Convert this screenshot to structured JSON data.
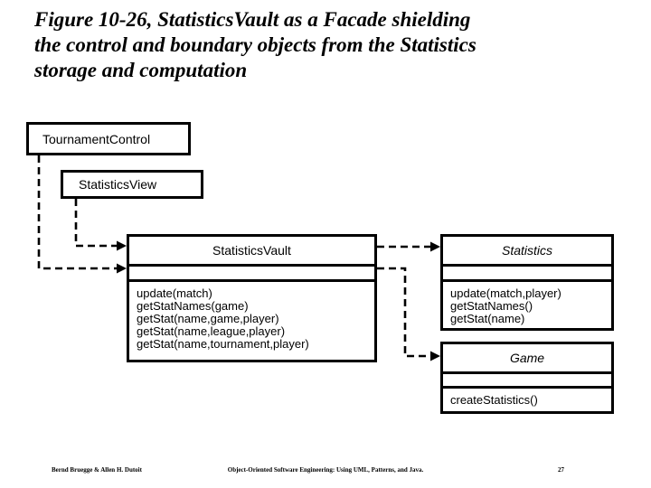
{
  "title": {
    "lines": [
      "Figure 10-26, StatisticsVault as a Facade shielding",
      "the control and boundary objects from the Statistics",
      "storage and computation"
    ]
  },
  "diagram": {
    "tournament_control": {
      "label": "TournamentControl"
    },
    "statistics_view": {
      "label": "StatisticsView"
    },
    "statistics_vault": {
      "name": "StatisticsVault",
      "methods": [
        "update(match)",
        "getStatNames(game)",
        "getStat(name,game,player)",
        "getStat(name,league,player)",
        "getStat(name,tournament,player)"
      ]
    },
    "statistics": {
      "name": "Statistics",
      "methods": [
        "update(match,player)",
        "getStatNames()",
        "getStat(name)"
      ]
    },
    "game": {
      "name": "Game",
      "methods": [
        "createStatistics()"
      ]
    }
  },
  "footer": {
    "authors": "Bernd Bruegge & Allen H. Dutoit",
    "book": "Object-Oriented Software Engineering: Using UML, Patterns, and Java.",
    "page": "27"
  }
}
